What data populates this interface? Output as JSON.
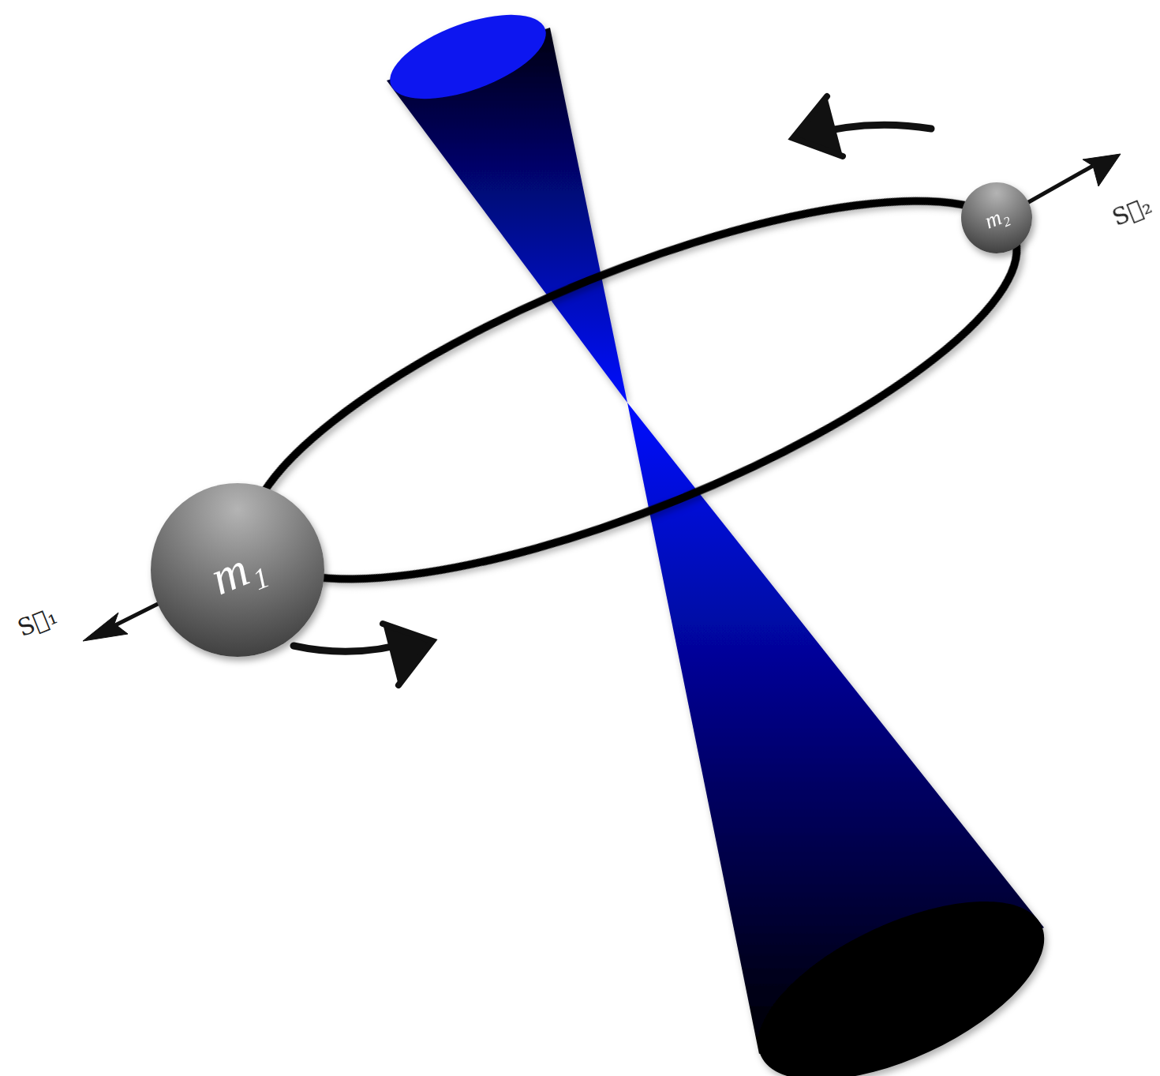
{
  "diagram": {
    "nodes": [
      {
        "text": [
          "m₁"
        ]
      },
      {
        "text": [
          "m₂"
        ]
      }
    ],
    "labels": [
      "S⃗₁",
      "S⃗₂"
    ]
  }
}
